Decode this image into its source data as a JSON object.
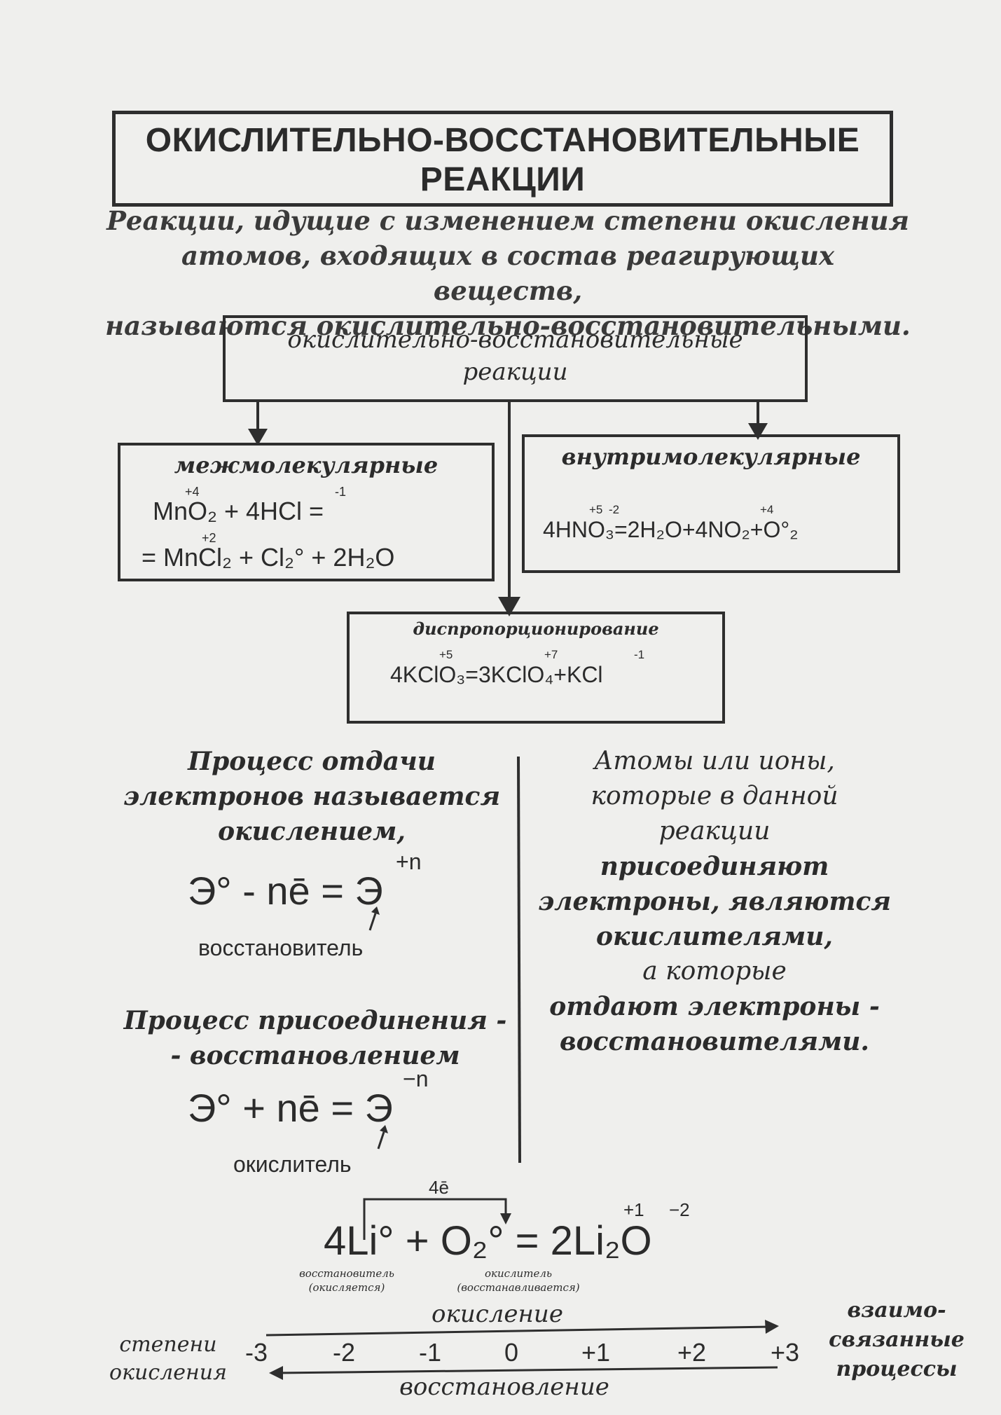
{
  "title": {
    "line1": "ОКИСЛИТЕЛЬНО-ВОССТАНОВИТЕЛЬНЫЕ",
    "line2": "РЕАКЦИИ"
  },
  "definition": [
    "Реакции, идущие с изменением степени окисления",
    "атомов, входящих в состав реагирующих веществ,",
    "называются окислительно-восстановительными."
  ],
  "root_box": {
    "line1": "окислительно-восстановительные",
    "line2": "реакции"
  },
  "inter": {
    "label": "межмолекулярные",
    "eq1": "MnO₂ + 4HCl =",
    "eq1_ox_mn": "+4",
    "eq1_ox_cl": "-1",
    "eq2": "= MnCl₂ + Cl₂° + 2H₂O",
    "eq2_ox_mn": "+2"
  },
  "intra": {
    "label": "внутримолекулярные",
    "eq": "4HNO₃=2H₂O+4NO₂+O°₂",
    "ox_n": "+5",
    "ox_o": "-2",
    "ox_n2": "+4"
  },
  "dispro": {
    "label": "диспропорционирование",
    "eq": "4KClO₃=3KClO₄+KCl",
    "ox1": "+5",
    "ox2": "+7",
    "ox3": "-1"
  },
  "oxidation": {
    "text": [
      "Процесс отдачи",
      "электронов называется",
      "окислением,"
    ],
    "formula": "Э° - nē = Э",
    "sup": "+n",
    "label": "восстановитель"
  },
  "reduction": {
    "text": [
      "Процесс присоединения -",
      "- восстановлением"
    ],
    "formula": "Э° + nē = Э",
    "sup": "−n",
    "label": "окислитель"
  },
  "right_text": {
    "lines": [
      "Атомы или ионы,",
      "которые в данной",
      "реакции"
    ],
    "bold1": "присоединяют",
    "bold2": "электроны, являются",
    "bold3": "окислителями,",
    "line_a": "а которые",
    "bold4": "отдают электроны -",
    "bold5": "восстановителями."
  },
  "example": {
    "electrons": "4ē",
    "eq": "4Li° + O₂° = 2Li₂O",
    "ox_li": "+1",
    "ox_o": "−2",
    "li_label1": "восстановитель",
    "li_label2": "(окисляется)",
    "o_label1": "окислитель",
    "o_label2": "(восстанавливается)"
  },
  "scale": {
    "left1": "степени",
    "left2": "окисления",
    "values": [
      "-3",
      "-2",
      "-1",
      "0",
      "+1",
      "+2",
      "+3"
    ],
    "top_label": "окисление",
    "bottom_label": "восстановление",
    "right1": "взаимо-",
    "right2": "связанные",
    "right3": "процессы"
  }
}
